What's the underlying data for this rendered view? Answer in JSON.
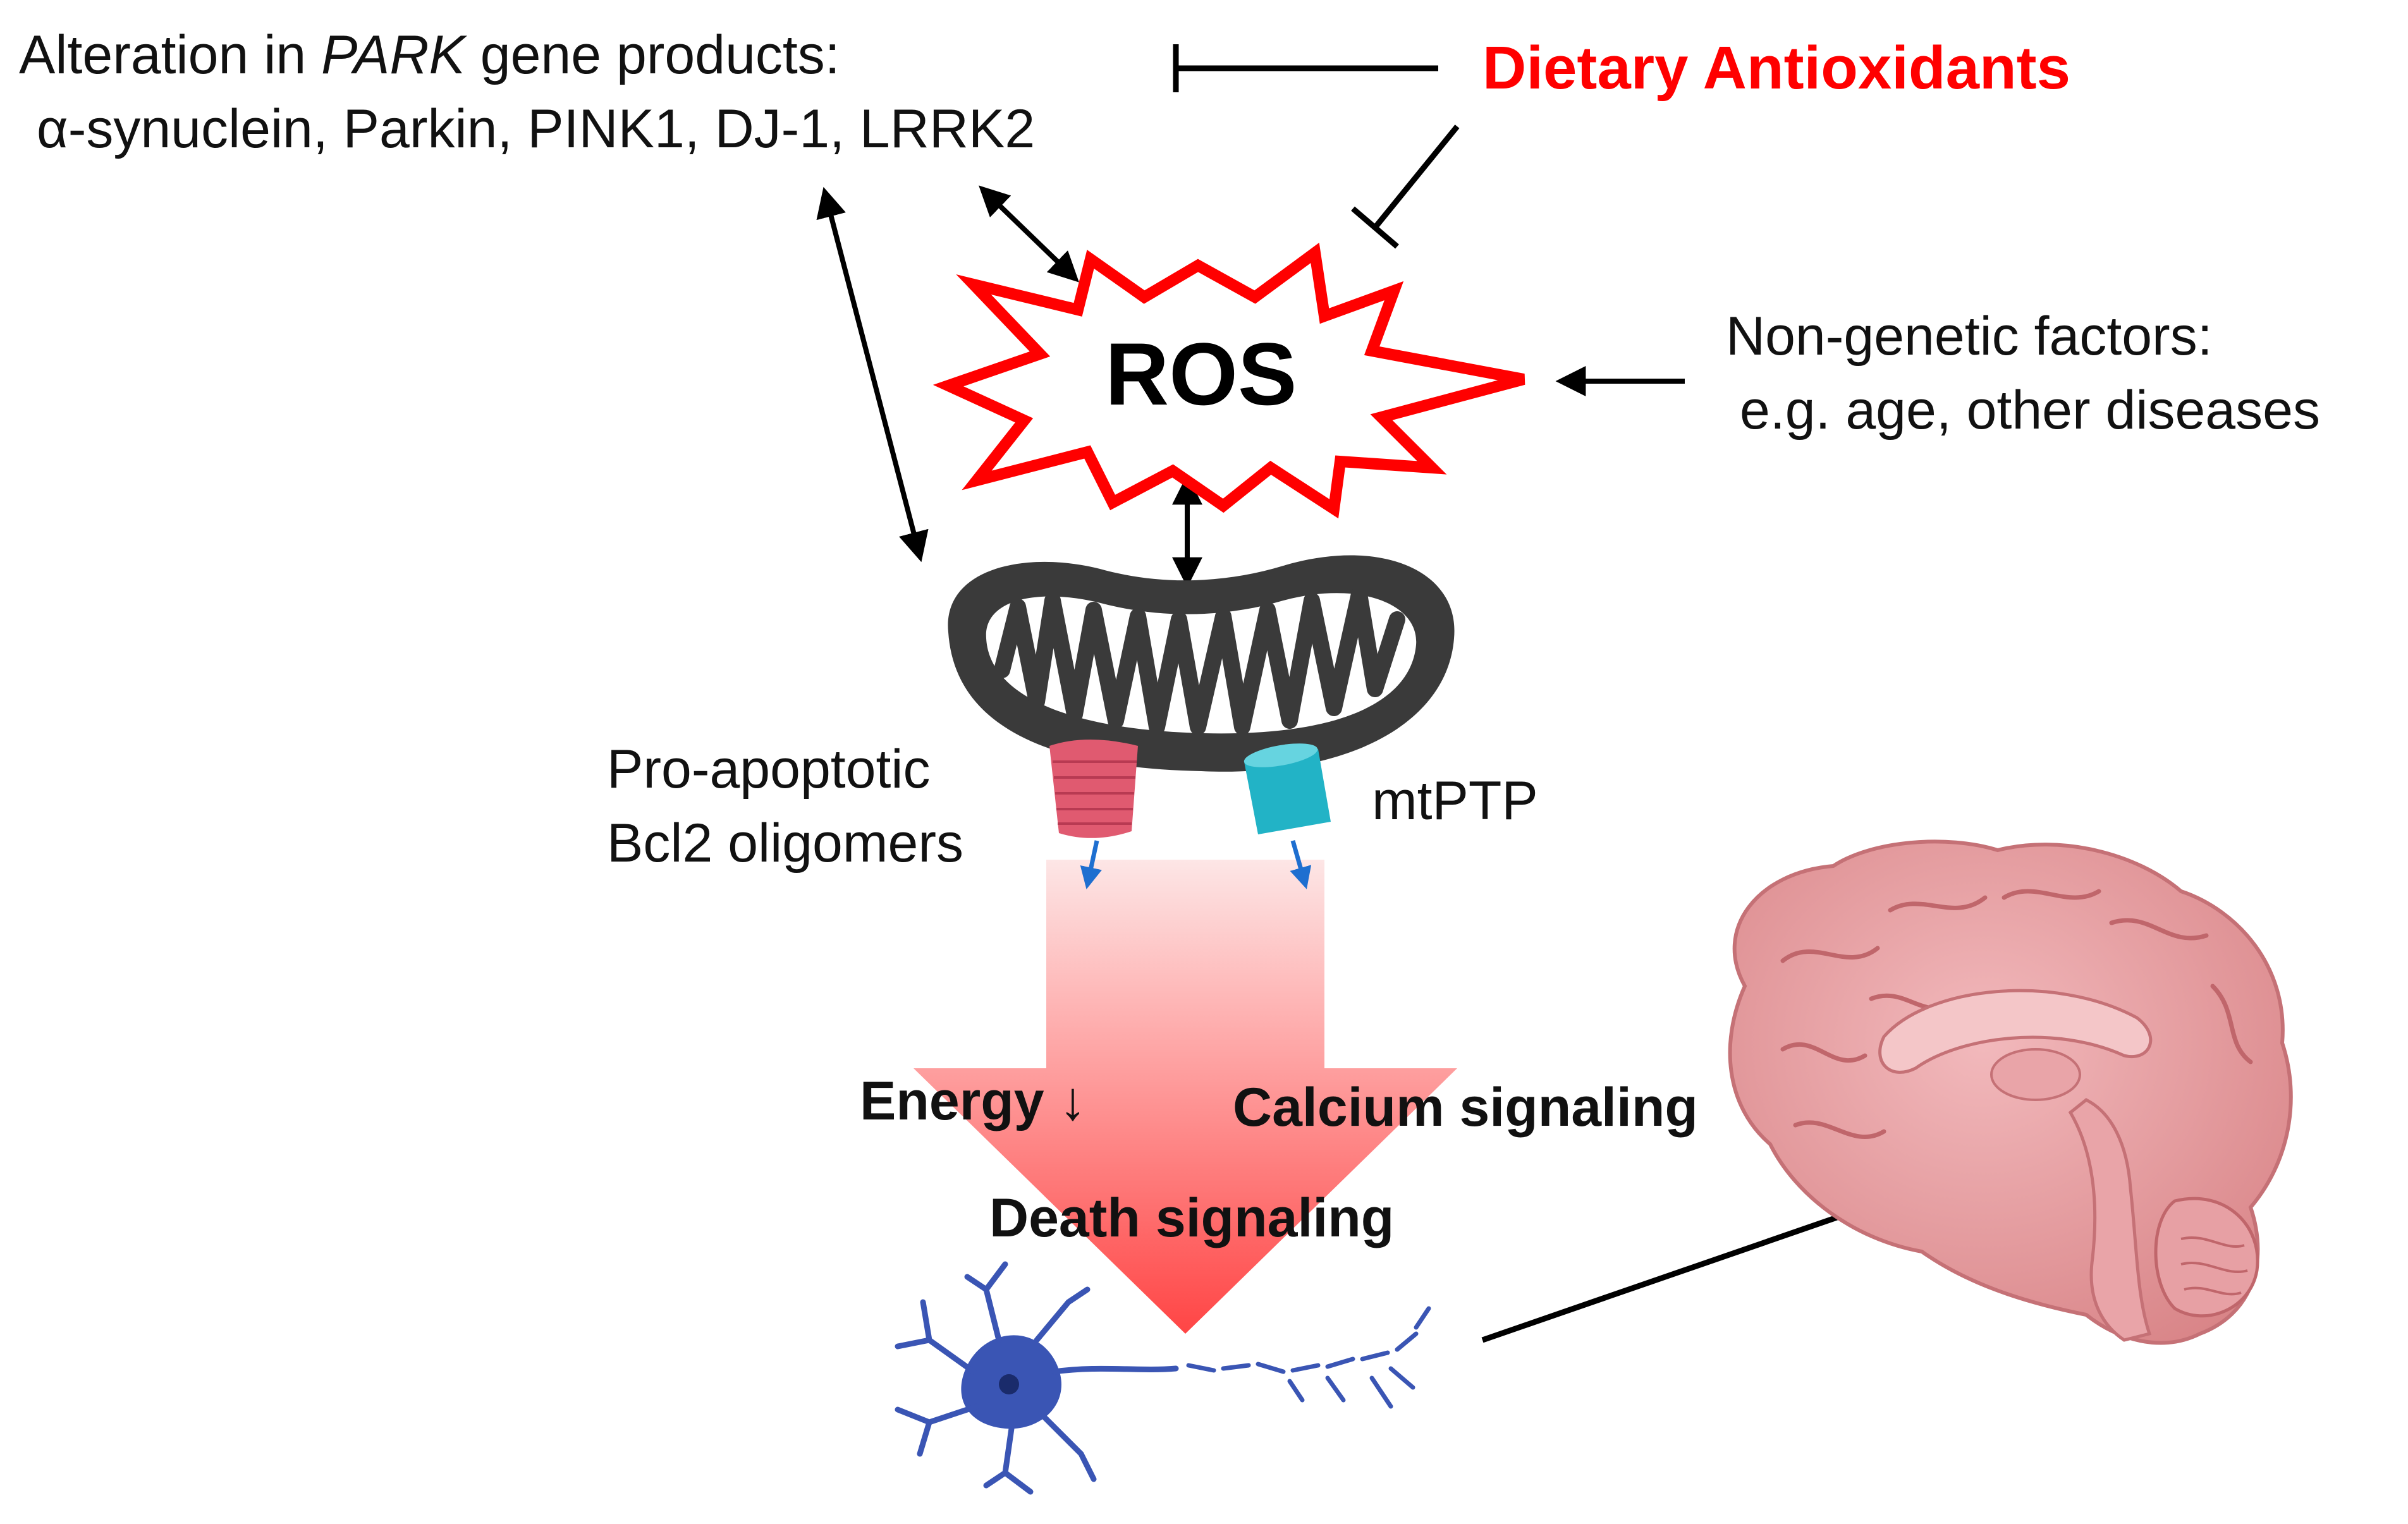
{
  "park_block": {
    "line1_prefix": "Alteration in ",
    "line1_italic": "PARK",
    "line1_suffix": " gene products:",
    "line2": "α-synuclein, Parkin, PINK1, DJ-1, LRRK2"
  },
  "antioxidants": {
    "label": "Dietary Antioxidants",
    "color": "#ff0000"
  },
  "ros": {
    "label": "ROS",
    "burst_stroke": "#ff0000"
  },
  "non_genetic": {
    "line1": "Non-genetic factors:",
    "line2": "e.g. age, other diseases"
  },
  "mitochondria": {
    "bcl2_line1": "Pro-apoptotic",
    "bcl2_line2": "Bcl2 oligomers",
    "mtptp_label": "mtPTP",
    "bcl2_color": "#e05a70",
    "mtptp_color": "#22b3c6"
  },
  "outcomes": {
    "energy": "Energy ↓",
    "calcium": "Calcium signaling",
    "death": "Death signaling",
    "arrow_gradient_top": "#fde3e3",
    "arrow_gradient_bottom": "#ff4a4a"
  },
  "colors": {
    "neuron": "#3a55b4",
    "brain": "#e7a0a4",
    "arrow": "#000000"
  }
}
